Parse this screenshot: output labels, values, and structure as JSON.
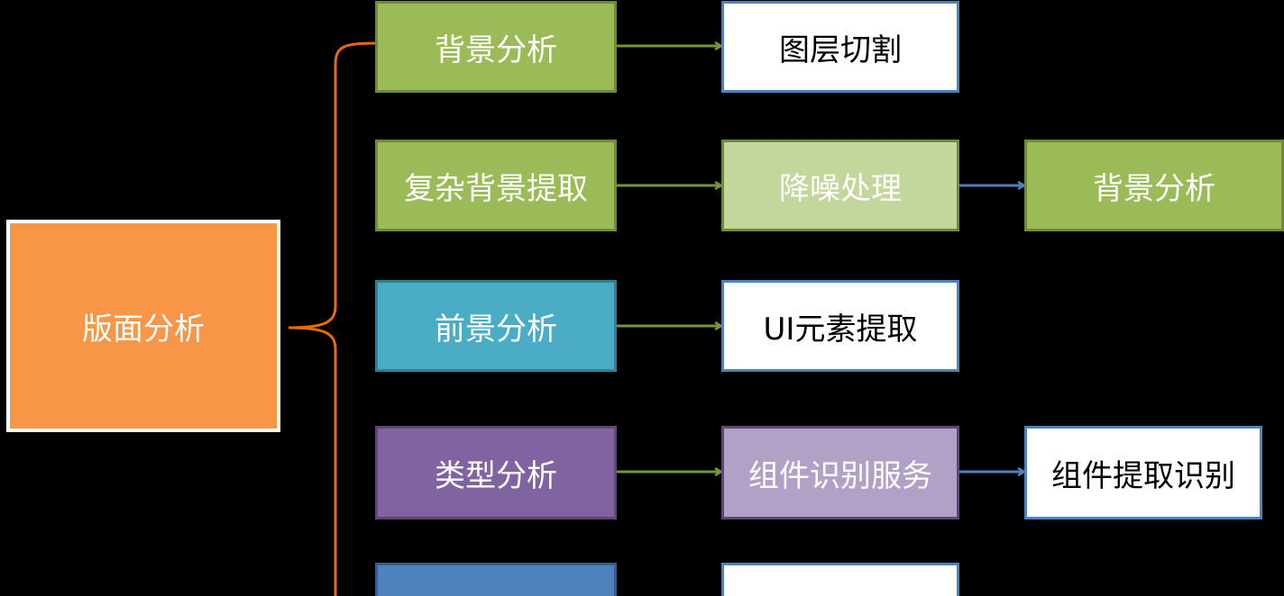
{
  "diagram": {
    "root": {
      "label": "版面分析"
    },
    "rows": [
      {
        "branch": {
          "label": "背景分析"
        },
        "step1": {
          "label": "图层切割"
        }
      },
      {
        "branch": {
          "label": "复杂背景提取"
        },
        "step1": {
          "label": "降噪处理"
        },
        "step2": {
          "label": "背景分析"
        }
      },
      {
        "branch": {
          "label": "前景分析"
        },
        "step1": {
          "label": "UI元素提取"
        }
      },
      {
        "branch": {
          "label": "类型分析"
        },
        "step1": {
          "label": "组件识别服务"
        },
        "step2": {
          "label": "组件提取识别"
        }
      },
      {
        "branch": {
          "label": ""
        },
        "step1": {
          "label": ""
        }
      }
    ]
  },
  "colors": {
    "background": "#000000",
    "root_fill": "#f79646",
    "brace": "#e46c0a",
    "arrow_green": "#77933c",
    "arrow_blue": "#4f81bd",
    "green": "#9bbb59",
    "light_green": "#c3d69b",
    "teal": "#4bacc6",
    "purple": "#8064a2",
    "light_purple": "#b2a1c7",
    "blue": "#4f81bd",
    "white_box": "#ffffff"
  }
}
